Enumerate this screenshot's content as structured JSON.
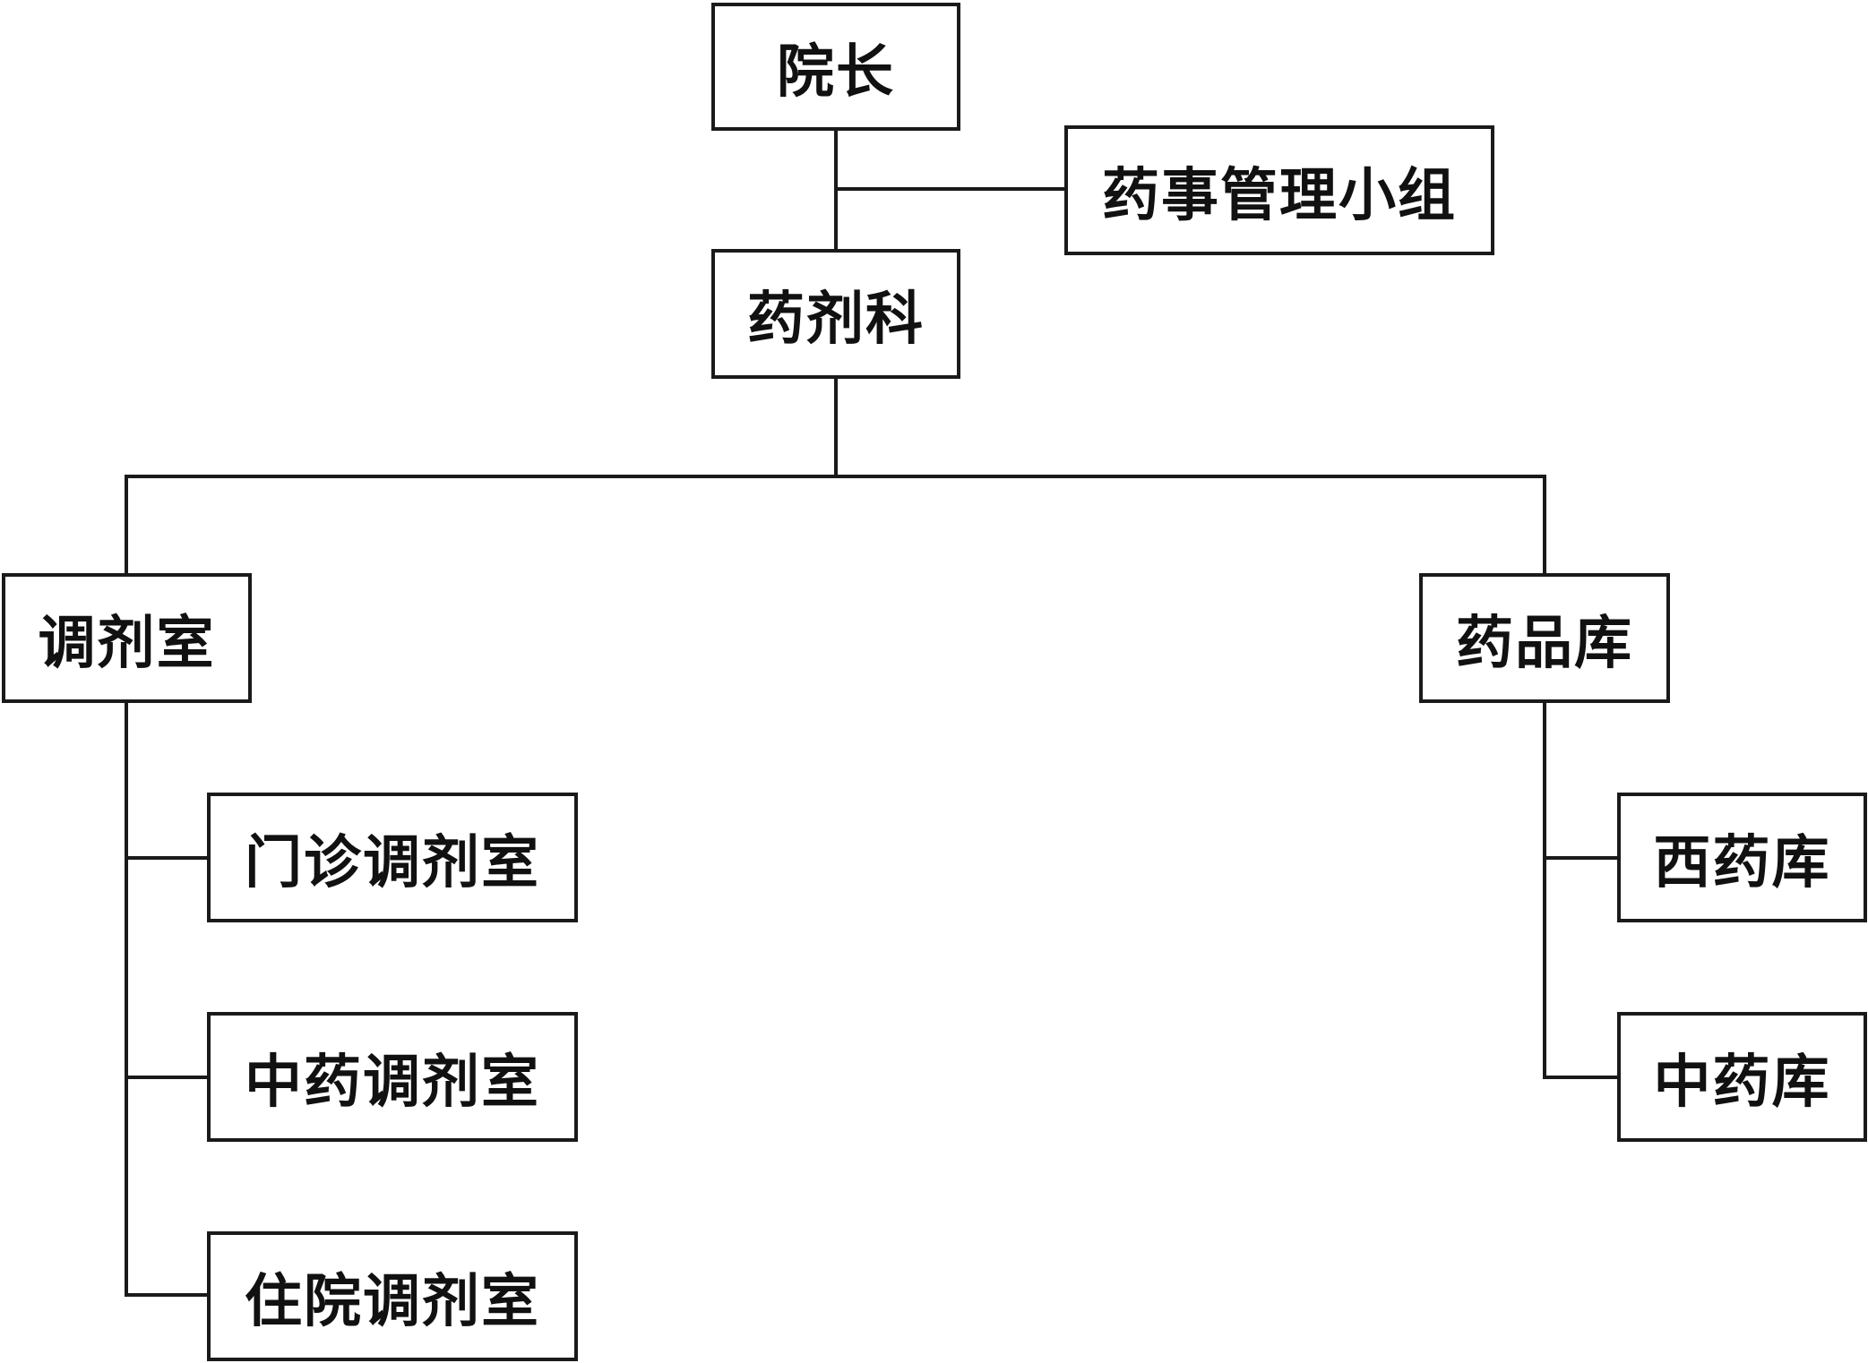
{
  "diagram": {
    "type": "org-chart",
    "line_color": "#1a1a1a",
    "nodes": {
      "president": "院长",
      "pharmacy_committee": "药事管理小组",
      "pharmacy_department": "药剂科",
      "dispensary": "调剂室",
      "outpatient_dispensary": "门诊调剂室",
      "tcm_dispensary": "中药调剂室",
      "inpatient_dispensary": "住院调剂室",
      "drug_warehouse": "药品库",
      "western_drug_warehouse": "西药库",
      "tcm_drug_warehouse": "中药库"
    },
    "edges": [
      [
        "president",
        "pharmacy_department"
      ],
      [
        "president",
        "pharmacy_committee"
      ],
      [
        "pharmacy_department",
        "dispensary"
      ],
      [
        "pharmacy_department",
        "drug_warehouse"
      ],
      [
        "dispensary",
        "outpatient_dispensary"
      ],
      [
        "dispensary",
        "tcm_dispensary"
      ],
      [
        "dispensary",
        "inpatient_dispensary"
      ],
      [
        "drug_warehouse",
        "western_drug_warehouse"
      ],
      [
        "drug_warehouse",
        "tcm_drug_warehouse"
      ]
    ]
  }
}
